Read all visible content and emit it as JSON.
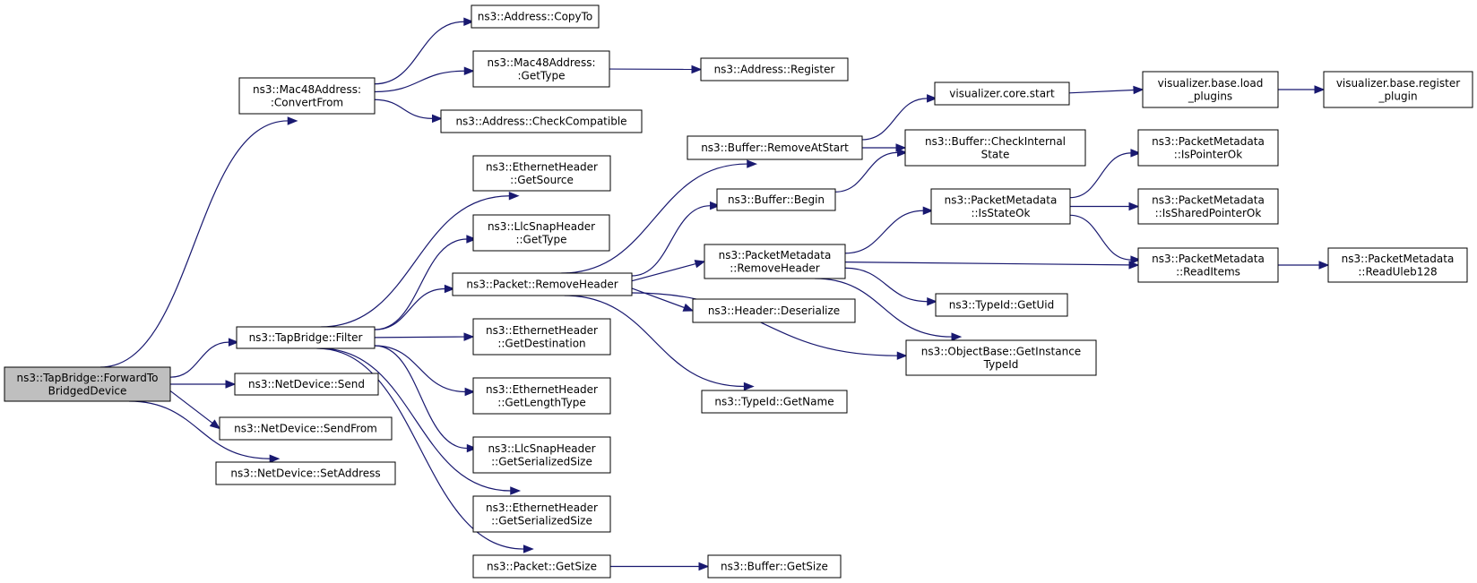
{
  "colors": {
    "edge": "#191970",
    "root_fill": "#bfbfbf",
    "node_fill": "#ffffff",
    "border": "#000000"
  },
  "nodes": [
    {
      "id": "root",
      "lines": [
        "ns3::TapBridge::ForwardTo",
        "BridgedDevice"
      ],
      "root": true
    },
    {
      "id": "mac48convert",
      "lines": [
        "ns3::Mac48Address:",
        ":ConvertFrom"
      ]
    },
    {
      "id": "filter",
      "lines": [
        "ns3::TapBridge::Filter"
      ]
    },
    {
      "id": "send",
      "lines": [
        "ns3::NetDevice::Send"
      ]
    },
    {
      "id": "sendfrom",
      "lines": [
        "ns3::NetDevice::SendFrom"
      ]
    },
    {
      "id": "setaddress",
      "lines": [
        "ns3::NetDevice::SetAddress"
      ]
    },
    {
      "id": "addrcopyto",
      "lines": [
        "ns3::Address::CopyTo"
      ]
    },
    {
      "id": "mac48gettype",
      "lines": [
        "ns3::Mac48Address:",
        ":GetType"
      ]
    },
    {
      "id": "addrcheck",
      "lines": [
        "ns3::Address::CheckCompatible"
      ]
    },
    {
      "id": "addrregister",
      "lines": [
        "ns3::Address::Register"
      ]
    },
    {
      "id": "ethgetsource",
      "lines": [
        "ns3::EthernetHeader",
        "::GetSource"
      ]
    },
    {
      "id": "llcgettype",
      "lines": [
        "ns3::LlcSnapHeader",
        "::GetType"
      ]
    },
    {
      "id": "pktremoveheader",
      "lines": [
        "ns3::Packet::RemoveHeader"
      ]
    },
    {
      "id": "ethgetdest",
      "lines": [
        "ns3::EthernetHeader",
        "::GetDestination"
      ]
    },
    {
      "id": "ethgetlentype",
      "lines": [
        "ns3::EthernetHeader",
        "::GetLengthType"
      ]
    },
    {
      "id": "llcgetser",
      "lines": [
        "ns3::LlcSnapHeader",
        "::GetSerializedSize"
      ]
    },
    {
      "id": "ethgetser",
      "lines": [
        "ns3::EthernetHeader",
        "::GetSerializedSize"
      ]
    },
    {
      "id": "pktgetsize",
      "lines": [
        "ns3::Packet::GetSize"
      ]
    },
    {
      "id": "bufgetsize",
      "lines": [
        "ns3::Buffer::GetSize"
      ]
    },
    {
      "id": "bufremoveatstart",
      "lines": [
        "ns3::Buffer::RemoveAtStart"
      ]
    },
    {
      "id": "bufbegin",
      "lines": [
        "ns3::Buffer::Begin"
      ]
    },
    {
      "id": "pmremoveheader",
      "lines": [
        "ns3::PacketMetadata",
        "::RemoveHeader"
      ]
    },
    {
      "id": "hdrdeserialize",
      "lines": [
        "ns3::Header::Deserialize"
      ]
    },
    {
      "id": "typeidgetname",
      "lines": [
        "ns3::TypeId::GetName"
      ]
    },
    {
      "id": "viscorestart",
      "lines": [
        "visualizer.core.start"
      ]
    },
    {
      "id": "bufcheckinternal",
      "lines": [
        "ns3::Buffer::CheckInternal",
        "State"
      ]
    },
    {
      "id": "pmisstateok",
      "lines": [
        "ns3::PacketMetadata",
        "::IsStateOk"
      ]
    },
    {
      "id": "typeidgetuid",
      "lines": [
        "ns3::TypeId::GetUid"
      ]
    },
    {
      "id": "objgetinstance",
      "lines": [
        "ns3::ObjectBase::GetInstance",
        "TypeId"
      ]
    },
    {
      "id": "visbaseload",
      "lines": [
        "visualizer.base.load",
        "_plugins"
      ]
    },
    {
      "id": "visbaseregister",
      "lines": [
        "visualizer.base.register",
        "_plugin"
      ]
    },
    {
      "id": "pmispointerok",
      "lines": [
        "ns3::PacketMetadata",
        "::IsPointerOk"
      ]
    },
    {
      "id": "pmissharedok",
      "lines": [
        "ns3::PacketMetadata",
        "::IsSharedPointerOk"
      ]
    },
    {
      "id": "pmreaditems",
      "lines": [
        "ns3::PacketMetadata",
        "::ReadItems"
      ]
    },
    {
      "id": "pmreaduleb",
      "lines": [
        "ns3::PacketMetadata",
        "::ReadUleb128"
      ]
    }
  ],
  "edges": [
    [
      "root",
      "mac48convert"
    ],
    [
      "root",
      "filter"
    ],
    [
      "root",
      "send"
    ],
    [
      "root",
      "sendfrom"
    ],
    [
      "root",
      "setaddress"
    ],
    [
      "mac48convert",
      "addrcopyto"
    ],
    [
      "mac48convert",
      "mac48gettype"
    ],
    [
      "mac48convert",
      "addrcheck"
    ],
    [
      "mac48gettype",
      "addrregister"
    ],
    [
      "filter",
      "ethgetsource"
    ],
    [
      "filter",
      "llcgettype"
    ],
    [
      "filter",
      "pktremoveheader"
    ],
    [
      "filter",
      "ethgetdest"
    ],
    [
      "filter",
      "ethgetlentype"
    ],
    [
      "filter",
      "llcgetser"
    ],
    [
      "filter",
      "ethgetser"
    ],
    [
      "filter",
      "pktgetsize"
    ],
    [
      "pktgetsize",
      "bufgetsize"
    ],
    [
      "pktremoveheader",
      "bufremoveatstart"
    ],
    [
      "pktremoveheader",
      "bufbegin"
    ],
    [
      "pktremoveheader",
      "pmremoveheader"
    ],
    [
      "pktremoveheader",
      "hdrdeserialize"
    ],
    [
      "pktremoveheader",
      "objgetinstance"
    ],
    [
      "pktremoveheader",
      "typeidgetname"
    ],
    [
      "bufremoveatstart",
      "viscorestart"
    ],
    [
      "bufremoveatstart",
      "bufcheckinternal"
    ],
    [
      "bufbegin",
      "bufcheckinternal"
    ],
    [
      "viscorestart",
      "visbaseload"
    ],
    [
      "visbaseload",
      "visbaseregister"
    ],
    [
      "pmremoveheader",
      "pmisstateok"
    ],
    [
      "pmremoveheader",
      "pmreaditems"
    ],
    [
      "pmremoveheader",
      "typeidgetuid"
    ],
    [
      "pmremoveheader",
      "objgetinstance"
    ],
    [
      "pmisstateok",
      "pmispointerok"
    ],
    [
      "pmisstateok",
      "pmissharedok"
    ],
    [
      "pmisstateok",
      "pmreaditems"
    ],
    [
      "pmreaditems",
      "pmreaduleb"
    ]
  ]
}
